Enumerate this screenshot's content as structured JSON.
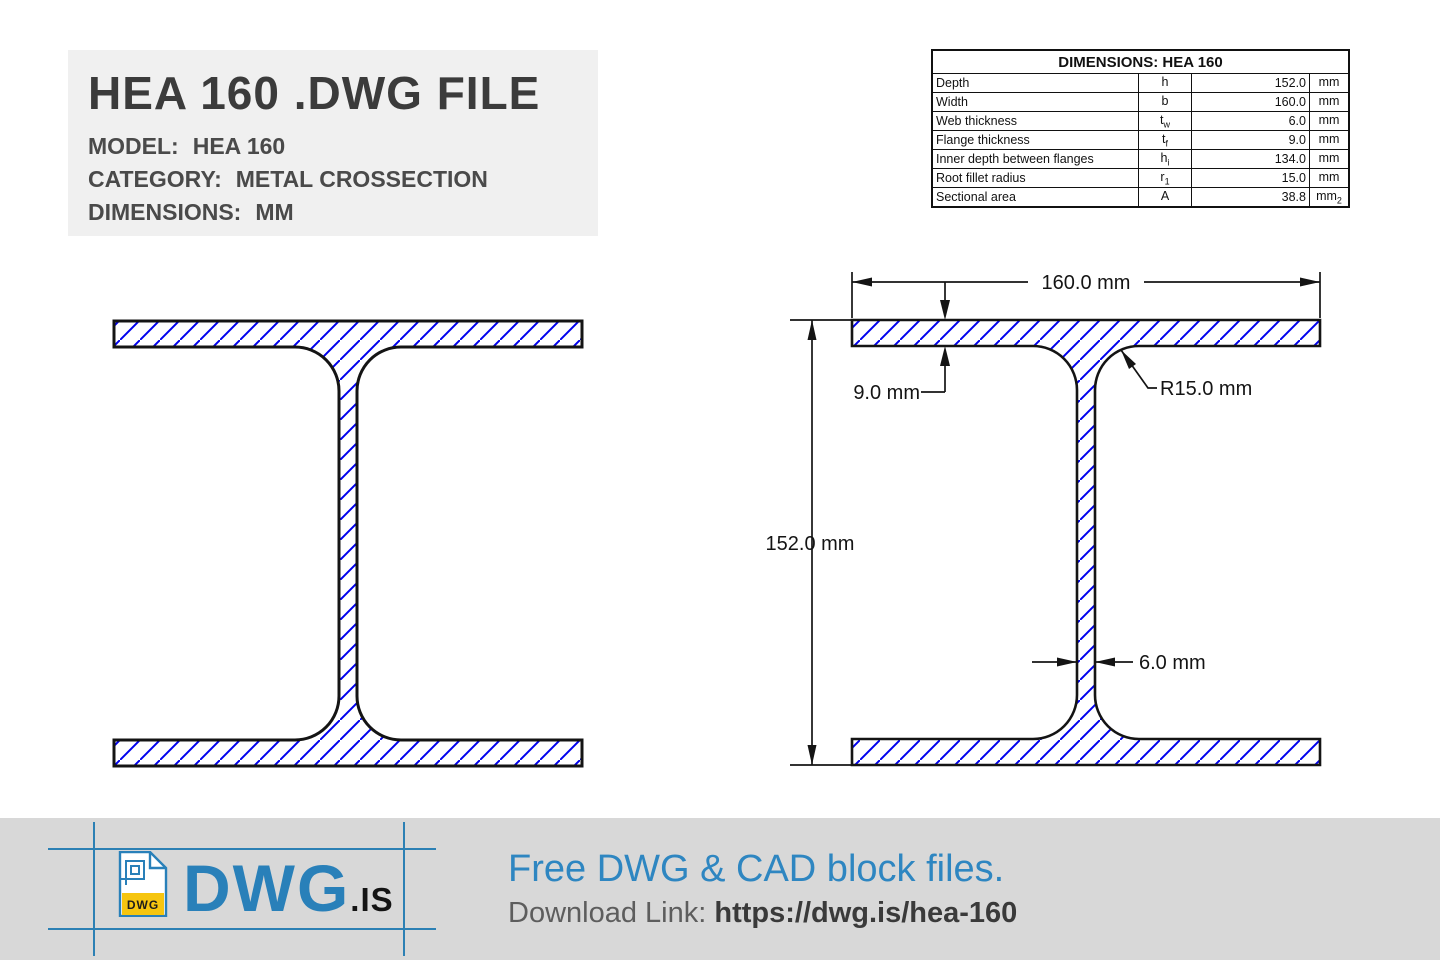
{
  "header": {
    "title": "HEA 160 .DWG FILE",
    "meta": [
      {
        "label": "MODEL:",
        "value": "HEA 160"
      },
      {
        "label": "CATEGORY:",
        "value": "METAL CROSSECTION"
      },
      {
        "label": "DIMENSIONS:",
        "value": "MM"
      }
    ]
  },
  "dimensions_table": {
    "title": "DIMENSIONS: HEA 160",
    "rows": [
      {
        "name": "Depth",
        "symbol": "h",
        "symbol_sub": "",
        "value": "152.0",
        "unit": "mm",
        "unit_sub": ""
      },
      {
        "name": "Width",
        "symbol": "b",
        "symbol_sub": "",
        "value": "160.0",
        "unit": "mm",
        "unit_sub": ""
      },
      {
        "name": "Web thickness",
        "symbol": "t",
        "symbol_sub": "w",
        "value": "6.0",
        "unit": "mm",
        "unit_sub": ""
      },
      {
        "name": "Flange thickness",
        "symbol": "t",
        "symbol_sub": "f",
        "value": "9.0",
        "unit": "mm",
        "unit_sub": ""
      },
      {
        "name": "Inner depth between flanges",
        "symbol": "h",
        "symbol_sub": "i",
        "value": "134.0",
        "unit": "mm",
        "unit_sub": ""
      },
      {
        "name": "Root fillet radius",
        "symbol": "r",
        "symbol_sub": "1",
        "value": "15.0",
        "unit": "mm",
        "unit_sub": ""
      },
      {
        "name": "Sectional area",
        "symbol": "A",
        "symbol_sub": "",
        "value": "38.8",
        "unit": "mm",
        "unit_sub": "2"
      }
    ]
  },
  "drawing": {
    "annotations": {
      "width_dim": "160.0 mm",
      "depth_dim": "152.0 mm",
      "flange_dim": "9.0 mm",
      "radius_dim": "R15.0 mm",
      "web_dim": "6.0 mm"
    },
    "hatch_color": "#0000ee",
    "outline_color": "#141414"
  },
  "footer": {
    "logo_file_label": "DWG",
    "brand": "DWG",
    "brand_suffix": ".IS",
    "tagline": "Free DWG & CAD block files.",
    "download_label": "Download Link:",
    "download_url": "https://dwg.is/hea-160",
    "accent": "#2980b9"
  }
}
